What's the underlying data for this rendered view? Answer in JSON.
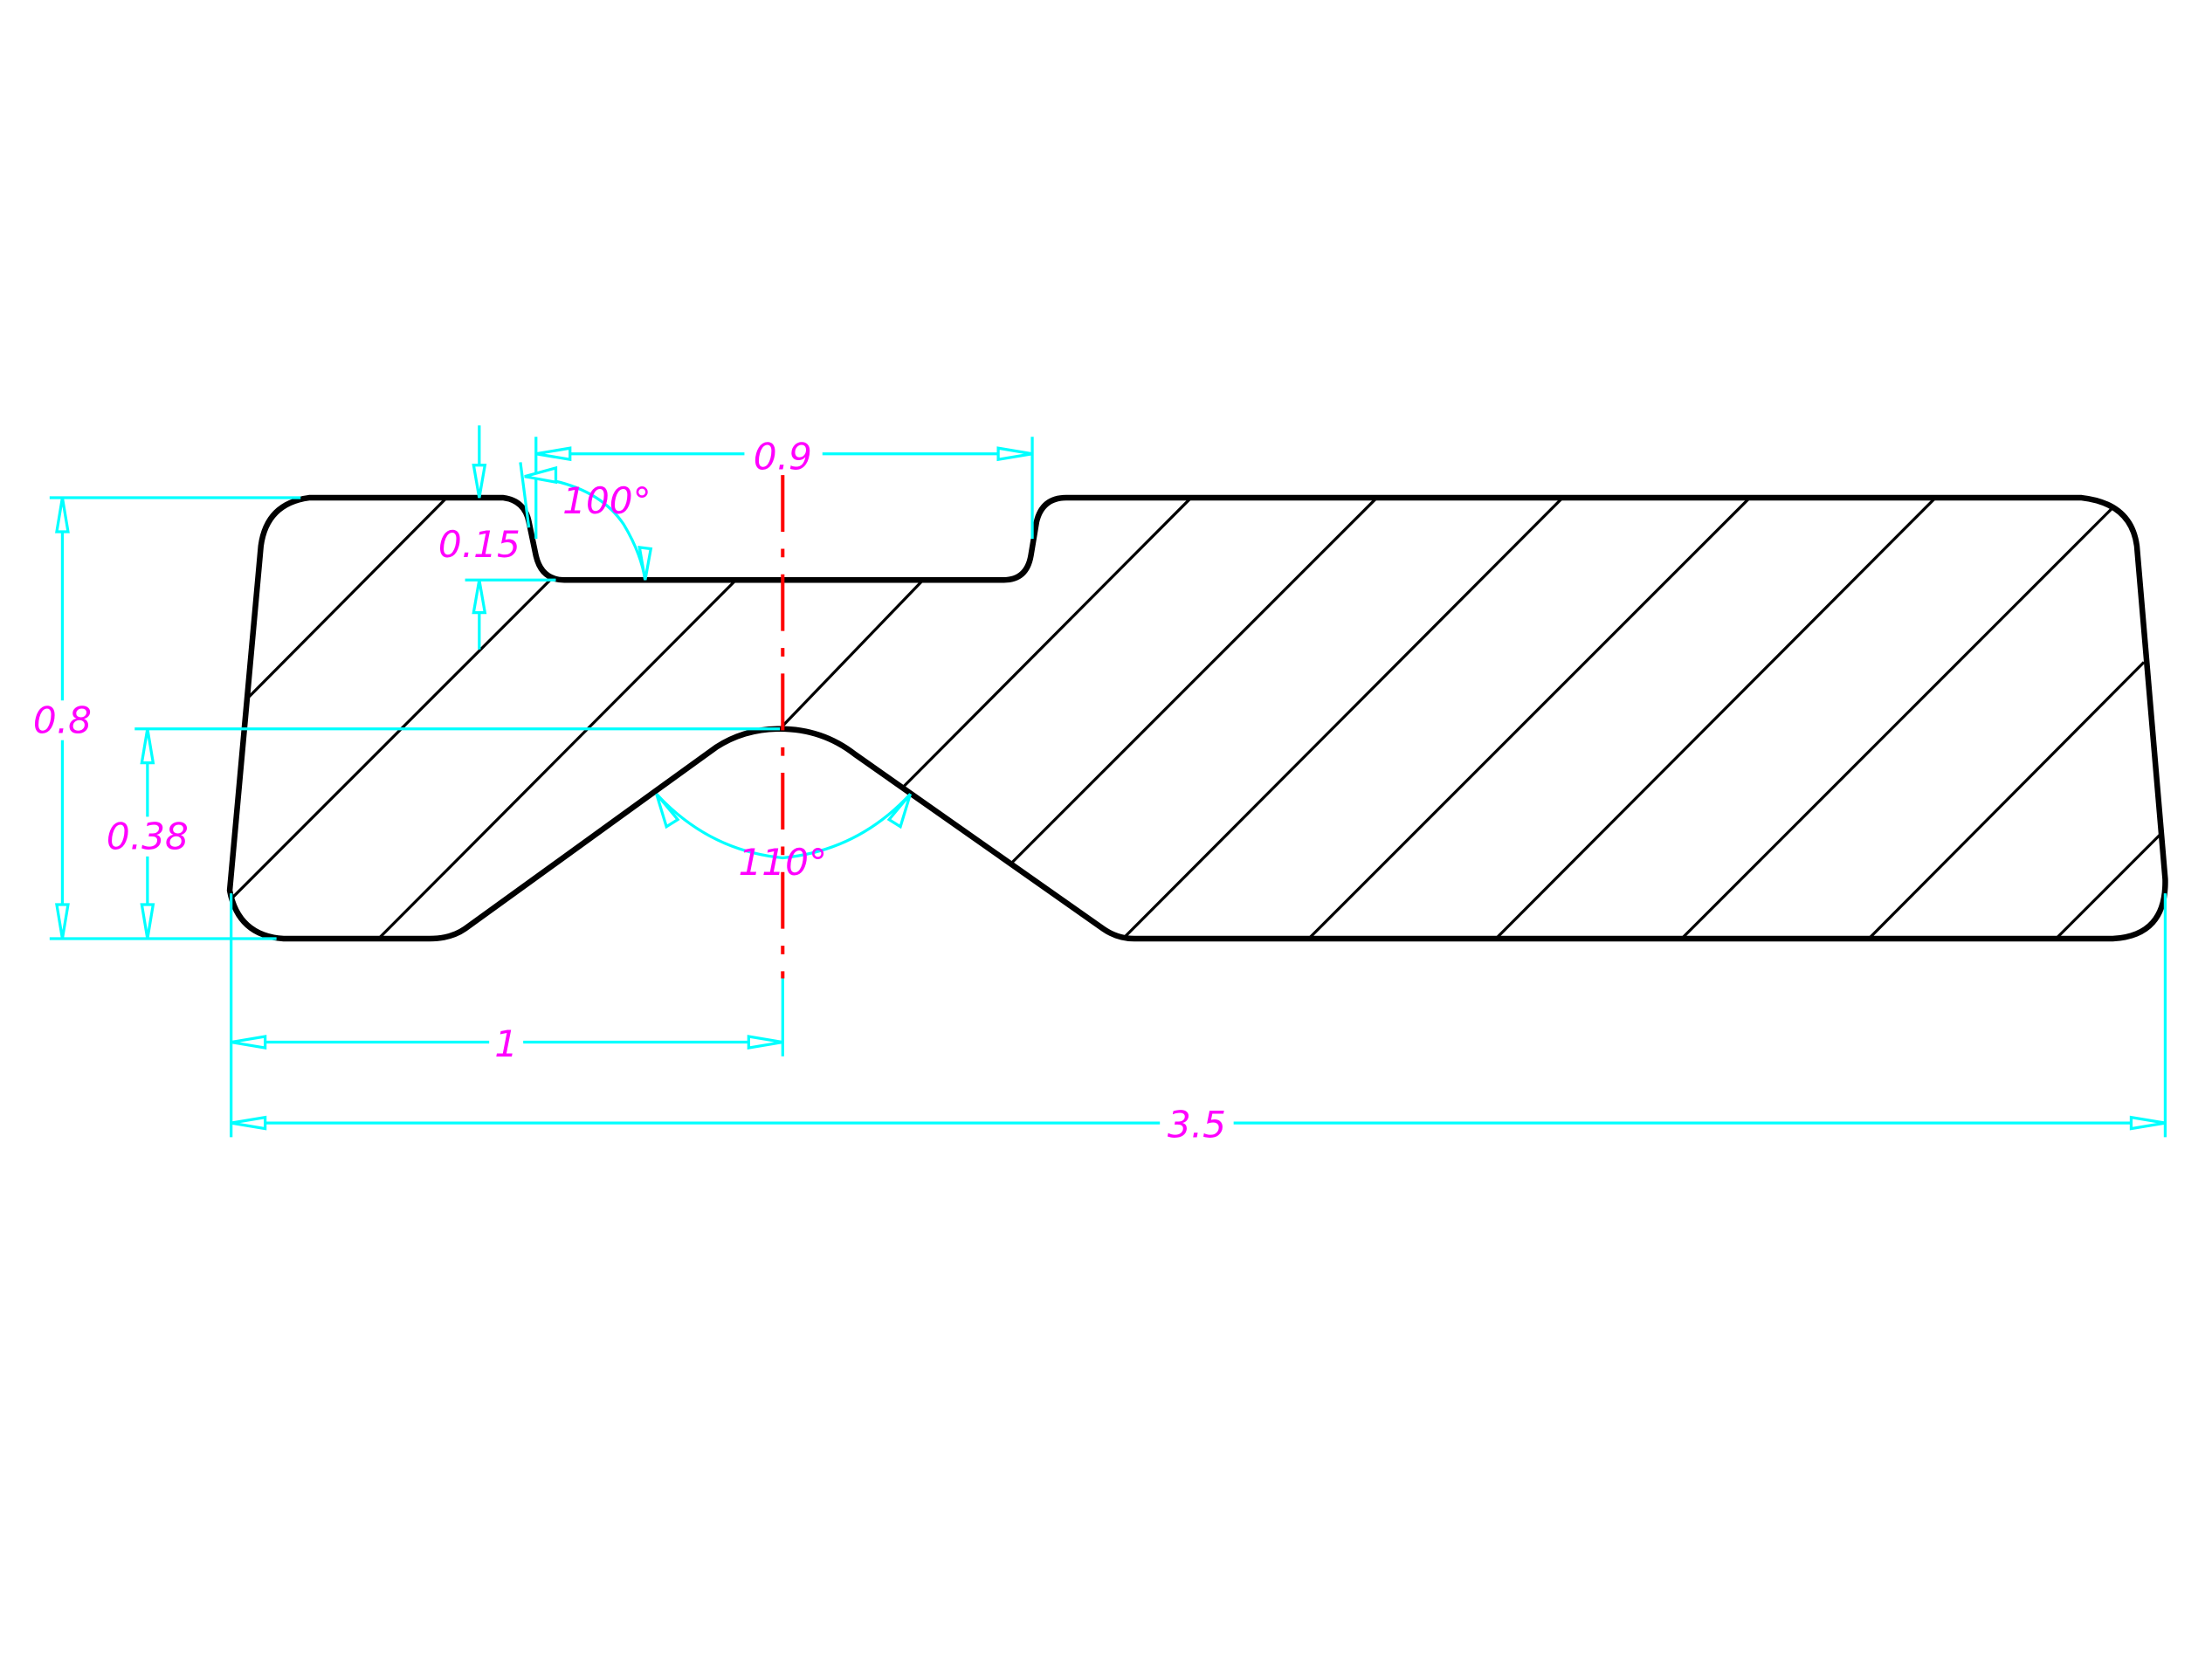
{
  "drawing": {
    "colors": {
      "outline": "#000000",
      "dimension": "#00ffff",
      "text": "#ff00ff",
      "centerline": "#ff0000"
    },
    "dimensions": {
      "overall_length": "3.5",
      "center_offset": "1",
      "slot_width": "0.9",
      "slot_depth": "0.15",
      "overall_height": "0.8",
      "notch_height": "0.38",
      "slot_wall_angle": "100°",
      "notch_angle": "110°"
    }
  }
}
